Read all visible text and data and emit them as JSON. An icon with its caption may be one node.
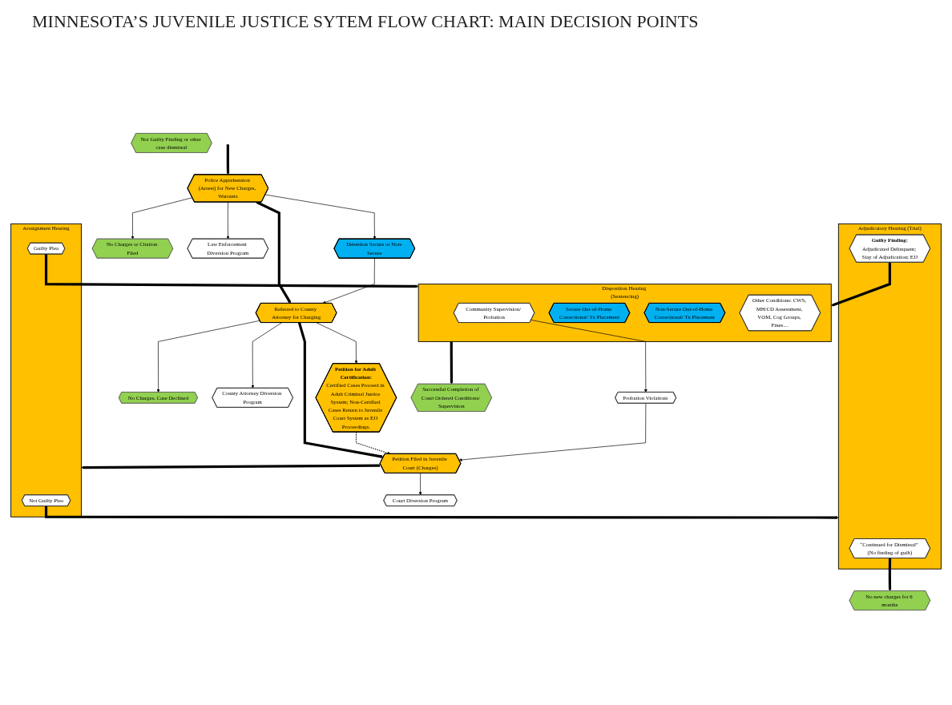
{
  "diagram": {
    "title": "MINNESOTA’S JUVENILE JUSTICE SYTEM FLOW CHART: MAIN DECISION POINTS",
    "nodes": [
      {
        "text": [
          "No Charges or Citation Filed"
        ]
      },
      {
        "text": [
          "Law Enforcement Diversion Program"
        ]
      },
      {
        "text": [
          "No Charges, Case Declined"
        ]
      },
      {
        "text": [
          "County Attorney Diversion Program"
        ]
      },
      {
        "text": [
          "Petition for Adult Certification:",
          "Certified Cases Proceed in Adult Criminal Justice System; Non-Certified Cases Return to Juvenile Court System as EJJ Proceedings."
        ]
      },
      {
        "text": [
          "Not Guilty Finding or other case dismissal"
        ]
      },
      {
        "text": [
          "Adjudicatory Hearing (Trial)"
        ]
      },
      {
        "text": [
          "“Continued for Dismissal” (No finding of guilt)"
        ],
        "in": 6
      },
      {
        "text": [
          "Guilty Finding:",
          "Adjudicated Delinquent; Stay of Adjudication; EJJ"
        ],
        "in": 6
      },
      {
        "text": [
          "No new charges for 6 months"
        ]
      },
      {
        "text": [
          "Court Diversion Program"
        ]
      },
      {
        "text": [
          "Arraignment Hearing"
        ]
      },
      {
        "text": [
          "Not Guilty Plea"
        ],
        "in": 11
      },
      {
        "text": [
          "Guilty Plea"
        ],
        "in": 11
      },
      {
        "text": [
          "Police Apprehension (Arrest) for New Charges, Warrants"
        ]
      },
      {
        "text": [
          "Referred to County Attorney for Charging"
        ]
      },
      {
        "text": [
          "Petition Filed in Juvenile Court (Charges)"
        ]
      },
      {
        "text": [
          "Detention Secure or Non-Secure"
        ]
      },
      {
        "text": [
          "Probation Violations"
        ]
      },
      {
        "text": [
          "Successful Completion of Court Ordered Conditions/ Supervision"
        ]
      },
      {
        "text": [
          "Disposition Hearing (Sentencing)"
        ]
      },
      {
        "text": [
          "Community Supervision/ Probation"
        ],
        "in": 20
      },
      {
        "text": [
          "Secure Out-of-Home Correctional/ Tx Placement"
        ],
        "in": 20
      },
      {
        "text": [
          "Non-Secure Out-of-Home Correctional/ Tx Placement"
        ],
        "in": 20
      },
      {
        "text": [
          "Other Conditions: CWS, MH/CD Assessment, VOM, Cog Groups, Fines…"
        ],
        "in": 20
      }
    ],
    "edges": [
      {
        "from": null,
        "to": 14,
        "arrow": "to",
        "style": "thick"
      },
      {
        "from": 14,
        "to": 0,
        "arrow": "to"
      },
      {
        "from": 14,
        "to": 1,
        "arrow": "to"
      },
      {
        "from": 14,
        "to": 15,
        "arrow": "to",
        "style": "thick"
      },
      {
        "from": 14,
        "to": 17,
        "arrow": "to"
      },
      {
        "from": 17,
        "to": 15,
        "arrow": "to"
      },
      {
        "from": 15,
        "to": 2,
        "arrow": "to"
      },
      {
        "from": 15,
        "to": 3,
        "arrow": "to"
      },
      {
        "from": 15,
        "to": 4,
        "arrow": "to"
      },
      {
        "from": 15,
        "to": 16,
        "arrow": "to",
        "style": "thick"
      },
      {
        "from": 4,
        "to": 16,
        "arrow": "to",
        "style": "dashed"
      },
      {
        "from": 16,
        "to": 10,
        "arrow": "to"
      },
      {
        "from": 18,
        "to": 16,
        "arrow": "to"
      },
      {
        "from": 16,
        "to": 11,
        "arrow": "to",
        "style": "thick"
      },
      {
        "from": 21,
        "to": 18,
        "arrow": "to"
      },
      {
        "from": 12,
        "to": 6,
        "arrow": "to",
        "style": "thick"
      },
      {
        "from": 7,
        "to": 9,
        "arrow": "to",
        "style": "thick"
      },
      {
        "from": 13,
        "to": 20,
        "arrow": "to",
        "style": "thick"
      },
      {
        "from": 8,
        "to": 20,
        "arrow": "to",
        "style": "thick"
      },
      {
        "from": 20,
        "to": 19,
        "arrow": "to",
        "style": "thick"
      }
    ]
  }
}
